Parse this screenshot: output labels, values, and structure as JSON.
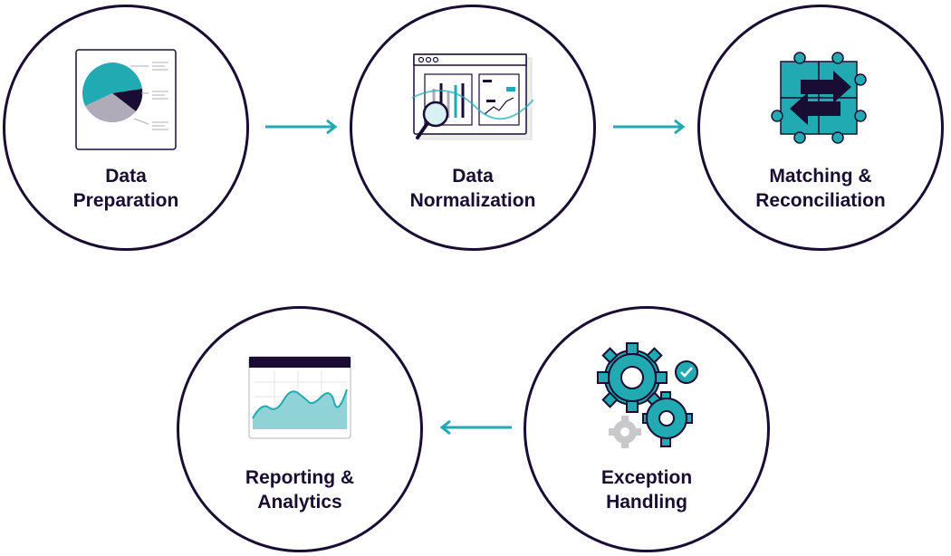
{
  "colors": {
    "teal": "#22aab3",
    "dark": "#1a0d33",
    "gray": "#b0abb8",
    "light": "#eaeaea"
  },
  "steps": [
    {
      "line1": "Data",
      "line2": "Preparation",
      "icon": "pie-chart-report-icon"
    },
    {
      "line1": "Data",
      "line2": "Normalization",
      "icon": "magnify-dashboard-icon"
    },
    {
      "line1": "Matching &",
      "line2": "Reconciliation",
      "icon": "puzzle-arrows-icon"
    },
    {
      "line1": "Exception",
      "line2": "Handling",
      "icon": "gears-check-icon"
    },
    {
      "line1": "Reporting &",
      "line2": "Analytics",
      "icon": "area-chart-window-icon"
    }
  ],
  "arrows": [
    "right",
    "right",
    "left"
  ]
}
